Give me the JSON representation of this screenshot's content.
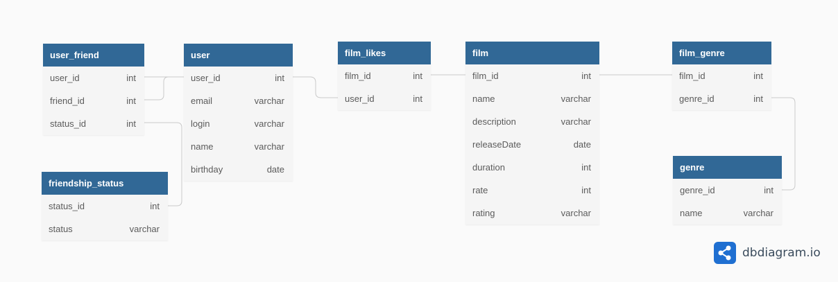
{
  "tables": [
    {
      "id": "user_friend",
      "name": "user_friend",
      "columns": [
        {
          "name": "user_id",
          "type": "int"
        },
        {
          "name": "friend_id",
          "type": "int"
        },
        {
          "name": "status_id",
          "type": "int"
        }
      ]
    },
    {
      "id": "friendship_status",
      "name": "friendship_status",
      "columns": [
        {
          "name": "status_id",
          "type": "int"
        },
        {
          "name": "status",
          "type": "varchar"
        }
      ]
    },
    {
      "id": "user",
      "name": "user",
      "columns": [
        {
          "name": "user_id",
          "type": "int"
        },
        {
          "name": "email",
          "type": "varchar"
        },
        {
          "name": "login",
          "type": "varchar"
        },
        {
          "name": "name",
          "type": "varchar"
        },
        {
          "name": "birthday",
          "type": "date"
        }
      ]
    },
    {
      "id": "film_likes",
      "name": "film_likes",
      "columns": [
        {
          "name": "film_id",
          "type": "int"
        },
        {
          "name": "user_id",
          "type": "int"
        }
      ]
    },
    {
      "id": "film",
      "name": "film",
      "columns": [
        {
          "name": "film_id",
          "type": "int"
        },
        {
          "name": "name",
          "type": "varchar"
        },
        {
          "name": "description",
          "type": "varchar"
        },
        {
          "name": "releaseDate",
          "type": "date"
        },
        {
          "name": "duration",
          "type": "int"
        },
        {
          "name": "rate",
          "type": "int"
        },
        {
          "name": "rating",
          "type": "varchar"
        }
      ]
    },
    {
      "id": "film_genre",
      "name": "film_genre",
      "columns": [
        {
          "name": "film_id",
          "type": "int"
        },
        {
          "name": "genre_id",
          "type": "int"
        }
      ]
    },
    {
      "id": "genre",
      "name": "genre",
      "columns": [
        {
          "name": "genre_id",
          "type": "int"
        },
        {
          "name": "name",
          "type": "varchar"
        }
      ]
    }
  ],
  "relationships": [
    {
      "from": "user_friend.user_id",
      "to": "user.user_id"
    },
    {
      "from": "user_friend.friend_id",
      "to": "user.user_id"
    },
    {
      "from": "user_friend.status_id",
      "to": "friendship_status.status_id"
    },
    {
      "from": "user.user_id",
      "to": "film_likes.user_id"
    },
    {
      "from": "film_likes.film_id",
      "to": "film.film_id"
    },
    {
      "from": "film.film_id",
      "to": "film_genre.film_id"
    },
    {
      "from": "film_genre.genre_id",
      "to": "genre.genre_id"
    }
  ],
  "brand": {
    "name": "dbdiagram.io",
    "icon": "share-nodes-icon",
    "color": "#1f6fd1"
  },
  "colors": {
    "header": "#316896",
    "header_text": "#ffffff",
    "body": "#f5f5f5",
    "line": "#c9c9c9",
    "background": "#fafafa"
  }
}
